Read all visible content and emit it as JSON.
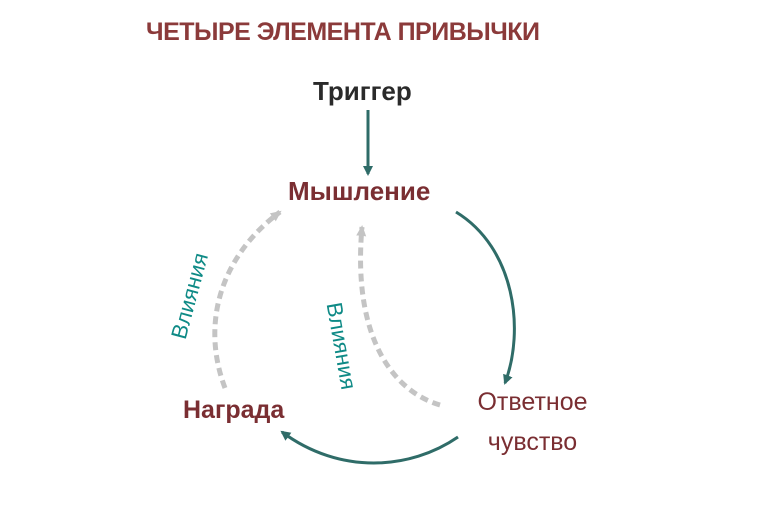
{
  "title": "ЧЕТЫРЕ ЭЛЕМЕНТА ПРИВЫЧКИ",
  "nodes": {
    "trigger": "Триггер",
    "thinking": "Мышление",
    "response_line1": "Ответное",
    "response_line2": "чувство",
    "reward": "Награда"
  },
  "influence_left": "Влияния",
  "influence_right": "Влияния",
  "colors": {
    "title": "#8b3a3a",
    "trigger": "#2a2a2a",
    "node_maroon": "#7a2e32",
    "influence_text": "#0e8a86",
    "solid_arrow": "#2f6c68",
    "dashed_arrow": "#c4c4c4"
  }
}
